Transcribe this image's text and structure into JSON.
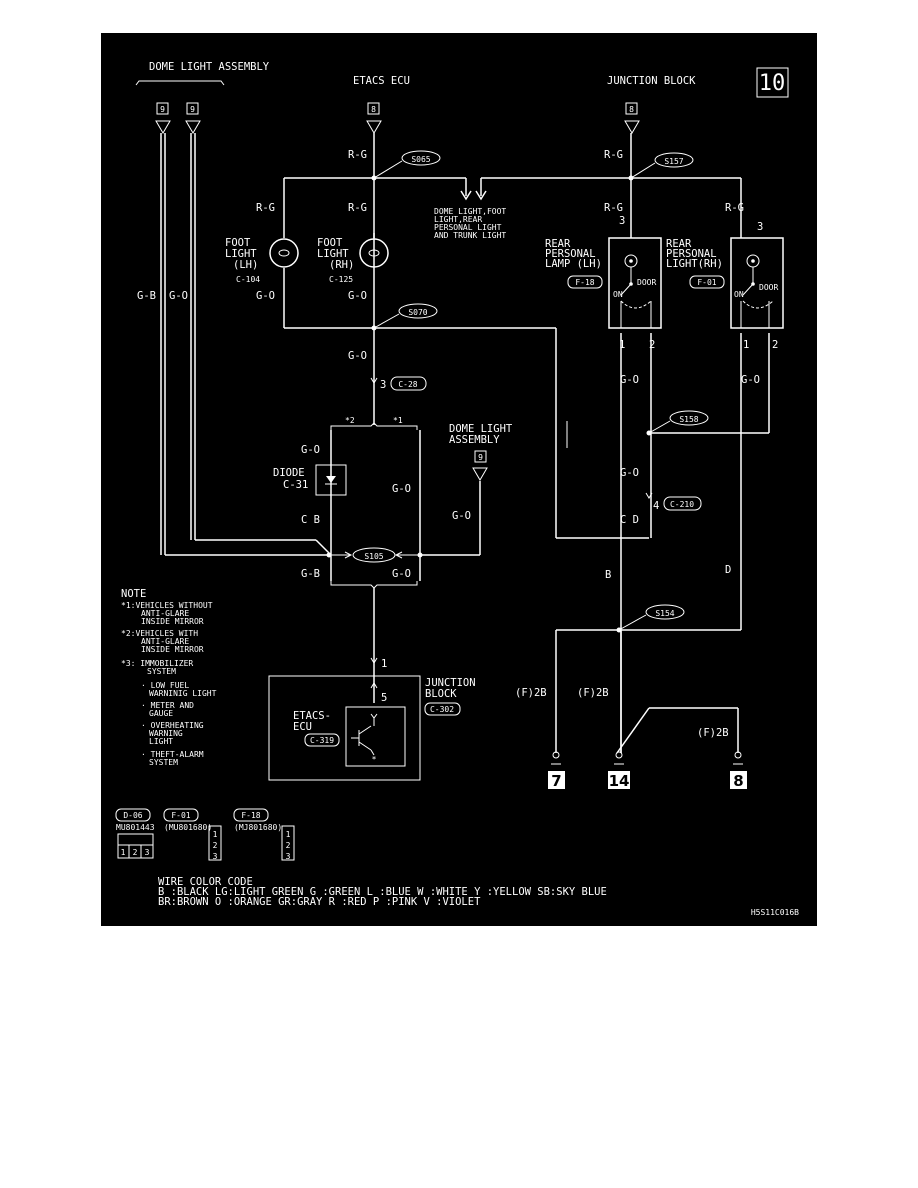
{
  "page_number": "10",
  "figure_id": "H5S11C016B",
  "connectors": {
    "dome_light_top": "DOME LIGHT ASSEMBLY",
    "dome_light_pins": [
      "9",
      "9"
    ],
    "etacs_top": "ETACS ECU",
    "etacs_pin": "8",
    "junction_top": "JUNCTION BLOCK",
    "junction_pin": "8",
    "dome_light_mid": "DOME LIGHT ASSEMBLY",
    "dome_light_mid_pin": "9"
  },
  "splices": {
    "s065": "S065",
    "s157": "S157",
    "s070": "S070",
    "s158": "S158",
    "s105": "S105",
    "s154": "S154"
  },
  "components": {
    "foot_lh": "FOOT LIGHT (LH)",
    "foot_lh_code": "C-104",
    "foot_rh": "FOOT LIGHT (RH)",
    "foot_rh_code": "C-125",
    "rear_lh": "REAR PERSONAL LAMP (LH)",
    "rear_lh_code": "F-18",
    "rear_rh": "REAR PERSONAL LIGHT(RH)",
    "rear_rh_code": "F-01",
    "diode": "DIODE",
    "diode_code": "C-31",
    "junction_block": "JUNCTION BLOCK",
    "junction_block_code": "C-302",
    "etacs_ecu": "ETACS-ECU",
    "etacs_ecu_code": "C-319",
    "to_note": "DOME LIGHT,FOOT LIGHT,REAR PERSONAL LIGHT AND TRUNK LIGHT"
  },
  "wires": {
    "rg": "R-G",
    "gb": "G-B",
    "go": "G-O",
    "b": "B",
    "d": "D",
    "cb": "C B",
    "cd": "C D"
  },
  "switch_labels": {
    "on": "ON",
    "door": "DOOR"
  },
  "pins": {
    "p3": "3",
    "p1": "1",
    "p2": "2",
    "p4": "4",
    "p5": "5",
    "c28": "C-28",
    "c210": "C-210",
    "star2": "*2",
    "star1": "*1"
  },
  "grounds": {
    "label": "(F)2B",
    "g7": "7",
    "g14": "14",
    "g8": "8"
  },
  "note": {
    "title": "NOTE",
    "n1a": "*1:VEHICLES WITHOUT",
    "n1b": "ANTI-GLARE",
    "n1c": "INSIDE MIRROR",
    "n2a": "*2:VEHICLES WITH",
    "n2b": "ANTI-GLARE",
    "n2c": "INSIDE MIRROR",
    "n3a": "*3: IMMOBILIZER",
    "n3b": "SYSTEM",
    "n3c": "· LOW FUEL",
    "n3d": "WARNINIG LIGHT",
    "n3e": "· METER AND",
    "n3f": "GAUGE",
    "n3g": "· OVERHEATING",
    "n3h": "WARNING",
    "n3i": "LIGHT",
    "n3j": "· THEFT-ALARM",
    "n3k": "SYSTEM"
  },
  "connector_views": {
    "d06": "D-06",
    "d06_part": "MU801443",
    "f01": "F-01",
    "f01_part": "(MU801680)",
    "f18": "F-18",
    "f18_part": "(MJ801680)"
  },
  "color_code": {
    "title": "WIRE COLOR CODE",
    "row1": "B :BLACK    LG:LIGHT GREEN   G :GREEN    L :BLUE    W :WHITE    Y :YELLOW   SB:SKY BLUE",
    "row2": "BR:BROWN    O :ORANGE        GR:GRAY     R :RED     P :PINK     V :VIOLET"
  }
}
